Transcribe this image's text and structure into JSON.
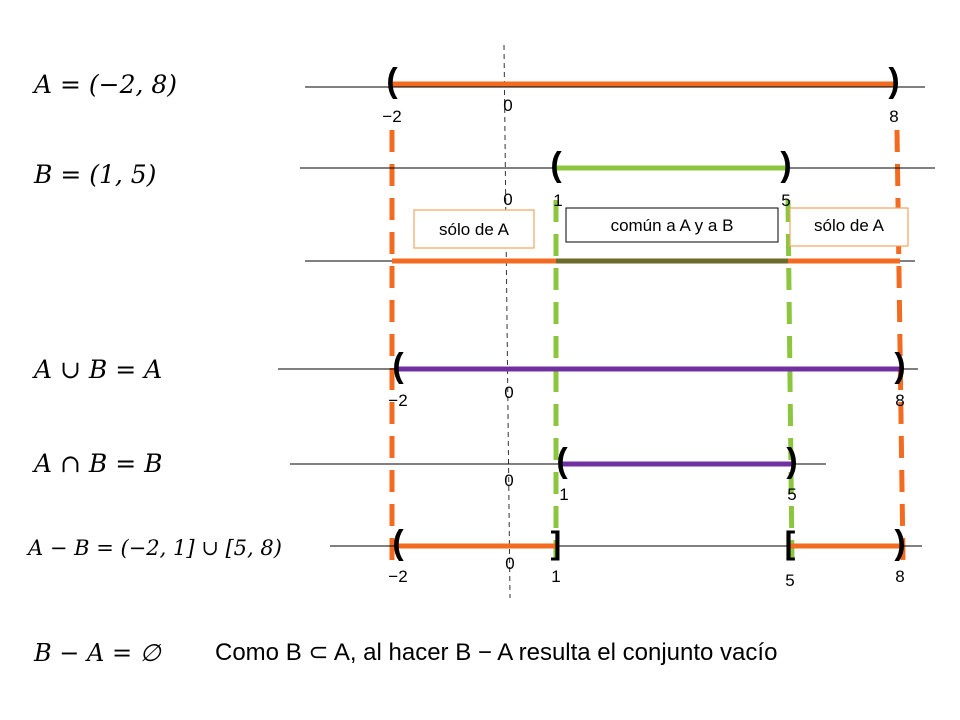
{
  "colors": {
    "orange": "#F26B21",
    "green": "#8CC63F",
    "purple": "#7030A0",
    "olive": "#6B6B2A",
    "box_border": "#F4A55F"
  },
  "rows": [
    {
      "id": "A",
      "label": "A = (−2, 8)",
      "zero": "0",
      "ticks": [
        {
          "text": "−2",
          "value": -2
        },
        {
          "text": "8",
          "value": 8
        }
      ],
      "brackets": [
        {
          "char": "(",
          "value": -2
        },
        {
          "char": ")",
          "value": 8
        }
      ],
      "segments": [
        {
          "from": -2,
          "to": 8,
          "color": "orange"
        }
      ]
    },
    {
      "id": "B",
      "label": "B = (1, 5)",
      "zero": "0",
      "ticks": [
        {
          "text": "1",
          "value": 1
        },
        {
          "text": "5",
          "value": 5
        }
      ],
      "brackets": [
        {
          "char": "(",
          "value": 1
        },
        {
          "char": ")",
          "value": 5
        }
      ],
      "segments": [
        {
          "from": 1,
          "to": 5,
          "color": "green"
        }
      ]
    },
    {
      "id": "overlap",
      "label": "",
      "zero": "",
      "ticks": [],
      "brackets": [],
      "segments": [
        {
          "from": -2,
          "to": 1,
          "color": "orange"
        },
        {
          "from": 1,
          "to": 5,
          "color": "olive"
        },
        {
          "from": 5,
          "to": 8,
          "color": "orange"
        }
      ]
    },
    {
      "id": "union",
      "label": "A ∪ B = A",
      "zero": "0",
      "ticks": [
        {
          "text": "−2",
          "value": -2
        },
        {
          "text": "8",
          "value": 8
        }
      ],
      "brackets": [
        {
          "char": "(",
          "value": -2
        },
        {
          "char": ")",
          "value": 8
        }
      ],
      "segments": [
        {
          "from": -2,
          "to": 8,
          "color": "purple"
        }
      ]
    },
    {
      "id": "intersection",
      "label": "A ∩ B = B",
      "zero": "0",
      "ticks": [
        {
          "text": "1",
          "value": 1
        },
        {
          "text": "5",
          "value": 5
        }
      ],
      "brackets": [
        {
          "char": "(",
          "value": 1
        },
        {
          "char": ")",
          "value": 5
        }
      ],
      "segments": [
        {
          "from": 1,
          "to": 5,
          "color": "purple"
        }
      ]
    },
    {
      "id": "difference",
      "label": "A − B = (−2, 1] ∪ [5, 8)",
      "zero": "0",
      "ticks": [
        {
          "text": "−2",
          "value": -2
        },
        {
          "text": "1",
          "value": 1
        },
        {
          "text": "5",
          "value": 5
        },
        {
          "text": "8",
          "value": 8
        }
      ],
      "brackets": [
        {
          "char": "(",
          "value": -2
        },
        {
          "char": "]",
          "value": 1
        },
        {
          "char": "[",
          "value": 5
        },
        {
          "char": ")",
          "value": 8
        }
      ],
      "segments": [
        {
          "from": -2,
          "to": 1,
          "color": "orange"
        },
        {
          "from": 5,
          "to": 8,
          "color": "orange"
        }
      ]
    }
  ],
  "boxes": {
    "only_a_left": "sólo de A",
    "common": "común a A y a B",
    "only_a_right": "sólo de A"
  },
  "bottom": {
    "formula": "B − A = ∅",
    "sentence": "Como B ⊂ A, al hacer B − A resulta el conjunto vacío"
  }
}
